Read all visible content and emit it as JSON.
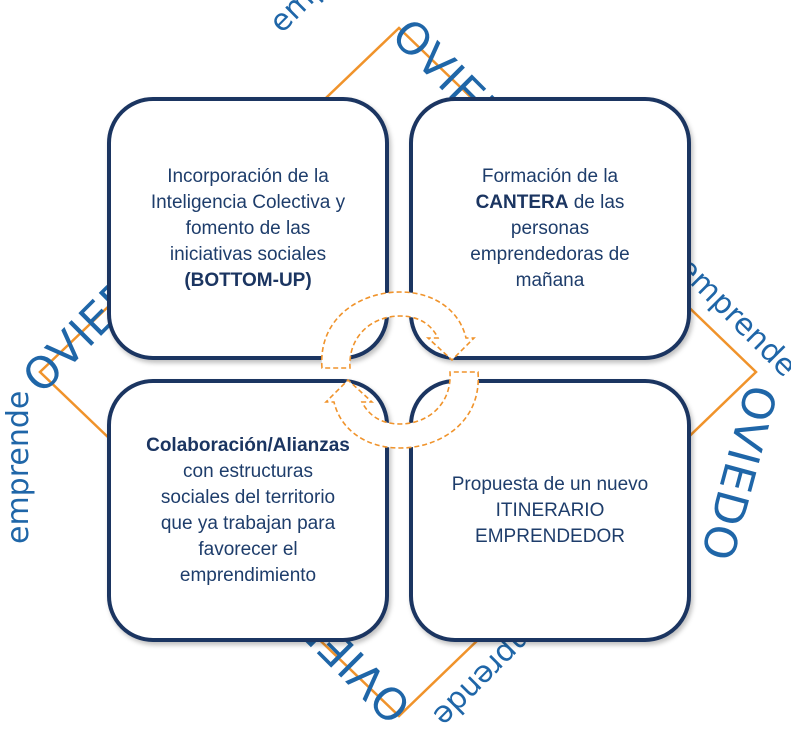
{
  "logo": {
    "word_main": "OVIEDO",
    "word_sub": "emprende"
  },
  "quadrants": {
    "top_left": {
      "lines": [
        "Incorporación de la",
        "Inteligencia Colectiva y",
        "fomento de las",
        "iniciativas sociales"
      ],
      "bold": "(BOTTOM-UP)"
    },
    "top_right": {
      "line1": "Formación de la",
      "bold": "CANTERA",
      "line2_rest": " de las",
      "lines": [
        "personas",
        "emprendedoras de",
        "mañana"
      ]
    },
    "bottom_left": {
      "bold": "Colaboración/Alianzas",
      "lines": [
        "con estructuras",
        "sociales del territorio",
        "que ya trabajan para",
        "favorecer el",
        "emprendimiento"
      ]
    },
    "bottom_right": {
      "lines": [
        "Propuesta de un nuevo",
        "ITINERARIO",
        "EMPRENDEDOR"
      ]
    }
  },
  "colors": {
    "orange": "#f0932b",
    "navy": "#1b3561",
    "logo_blue": "#1f66a8"
  }
}
